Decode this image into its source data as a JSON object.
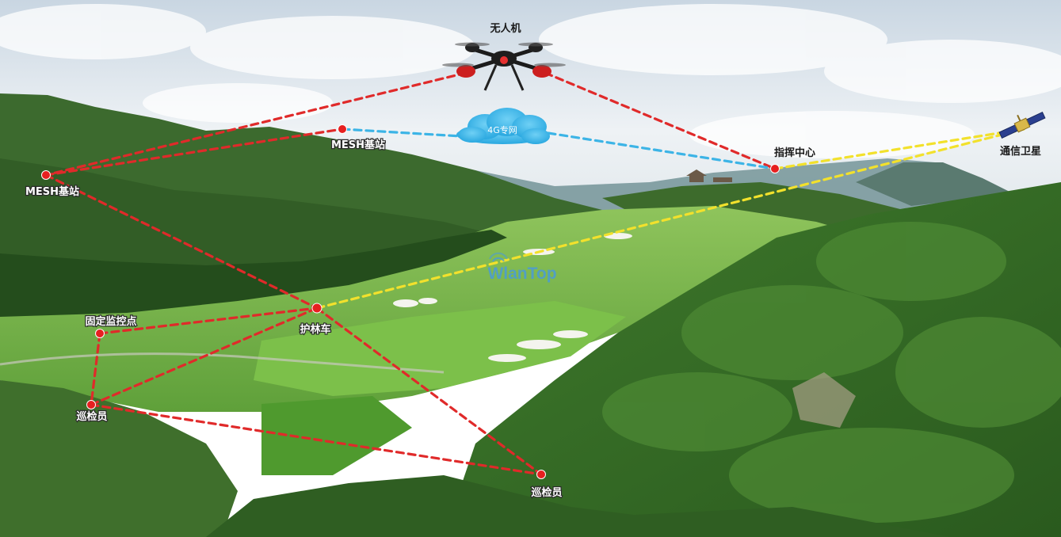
{
  "nodes": {
    "drone": "无人机",
    "mesh_left": "MESH基站",
    "mesh_center": "MESH基站",
    "cloud_4g": "4G专网",
    "command_center": "指挥中心",
    "satellite": "通信卫星",
    "patrol_vehicle": "护林车",
    "fixed_monitor": "固定监控点",
    "inspector_left": "巡检员",
    "inspector_right": "巡检员"
  },
  "watermark": "WlanTop",
  "link_colors": {
    "mesh_link": "#e02a2a",
    "4g_link": "#3cb4e6",
    "satellite_link": "#f2e12c"
  }
}
